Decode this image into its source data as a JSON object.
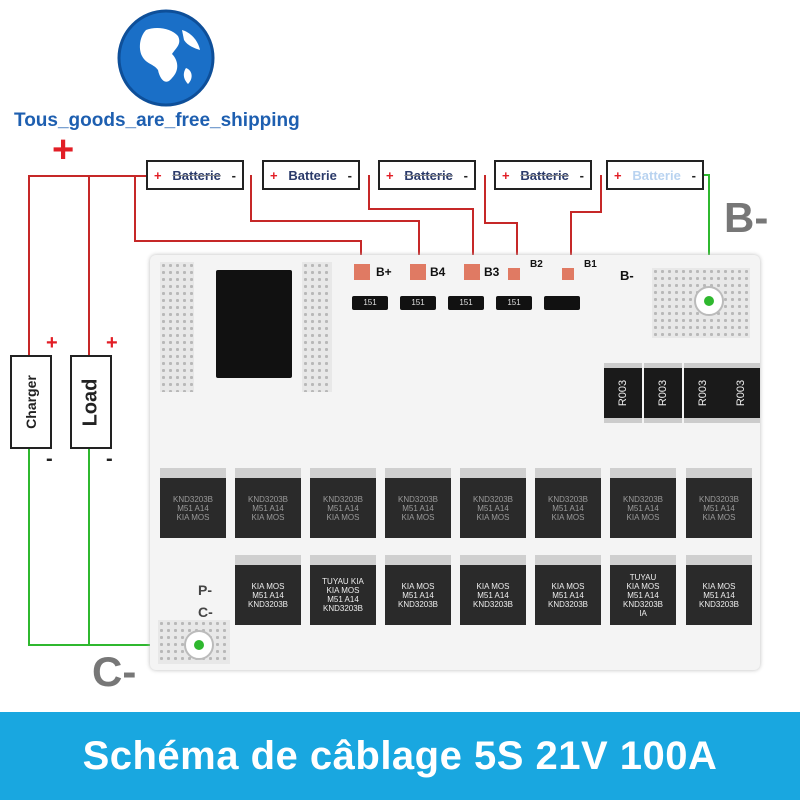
{
  "shop": {
    "slogan": "Tous_goods_are_free_shipping"
  },
  "top_terminal": {
    "plus": "+"
  },
  "batteries": [
    {
      "plus": "+",
      "label": "Batterie",
      "minus": "-"
    },
    {
      "plus": "+",
      "label": "Batterie",
      "minus": "-"
    },
    {
      "plus": "+",
      "label": "Batterie",
      "minus": "-"
    },
    {
      "plus": "+",
      "label": "Batterie",
      "minus": "-"
    },
    {
      "plus": "+",
      "label": "Batterie",
      "minus": "-"
    }
  ],
  "side": {
    "charger": "Charger",
    "load": "Load",
    "plus": "+",
    "minus": "-"
  },
  "board_labels": {
    "b_plus": "B+",
    "b4": "B4",
    "b3": "B3",
    "b2": "B2",
    "b1": "B1",
    "b_minus": "B-",
    "p_minus": "P-",
    "c_minus": "C-"
  },
  "big_labels": {
    "b_minus": "B-",
    "c_minus": "C-"
  },
  "chips": {
    "ic": "151",
    "res": [
      "R003",
      "R003",
      "R003",
      "R003"
    ],
    "mos_top": "KND3203B",
    "mos_top_sub1": "M51  A14",
    "mos_top_sub2": "KIA  MOS",
    "mos_bottom1": "KIA  MOS",
    "mos_bottom2": "M51  A14",
    "mos_bottom3": "KND3203B",
    "tag1": "TUYAU KIA",
    "tag2": "TUYAU",
    "tag3": "IA"
  },
  "banner": {
    "title": "Schéma de câblage 5S 21V 100A"
  },
  "colors": {
    "wire": "#c62828",
    "ground": "#2fb82f",
    "banner": "#19a7e0",
    "slogan": "#1e5fb0"
  }
}
